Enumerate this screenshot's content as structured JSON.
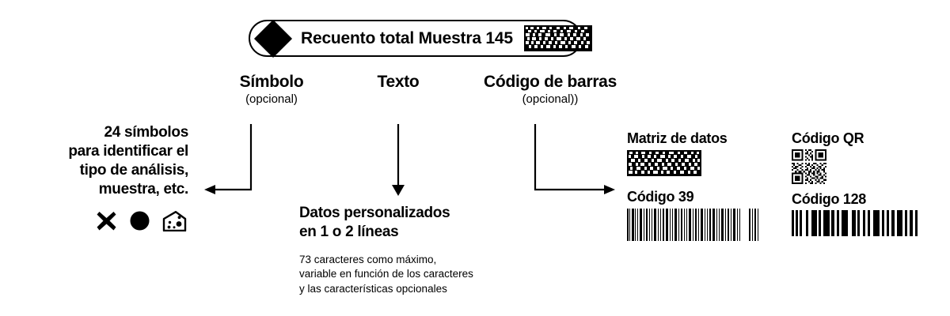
{
  "label_preview": {
    "symbol_icon": "diamond-icon",
    "text": "Recuento total  Muestra 145",
    "barcode_icon": "data-matrix-barcode"
  },
  "callouts": {
    "symbol": {
      "title": "Símbolo",
      "subtitle": "(opcional)"
    },
    "text": {
      "title": "Texto",
      "subtitle": ""
    },
    "barcode": {
      "title": "Código de barras",
      "subtitle": "(opcional))"
    }
  },
  "symbol_detail": {
    "lines": [
      "24 símbolos",
      "para identificar el",
      "tipo de análisis,",
      "muestra, etc."
    ],
    "icons": [
      "cross-x-icon",
      "filled-circle-icon",
      "cheese-wedge-icon"
    ]
  },
  "text_detail": {
    "title_lines": [
      "Datos personalizados",
      "en 1 o 2 líneas"
    ],
    "note_lines": [
      "73 caracteres como máximo,",
      "variable en función de los caracteres",
      "y las características opcionales"
    ]
  },
  "barcode_detail": {
    "items": [
      {
        "label": "Matriz de datos",
        "icon": "data-matrix-barcode"
      },
      {
        "label": "Código QR",
        "icon": "qr-code-barcode"
      },
      {
        "label": "Código 39",
        "icon": "code39-barcode"
      },
      {
        "label": "Código 128",
        "icon": "code128-barcode"
      }
    ]
  },
  "colors": {
    "ink": "#000000",
    "paper": "#ffffff"
  }
}
